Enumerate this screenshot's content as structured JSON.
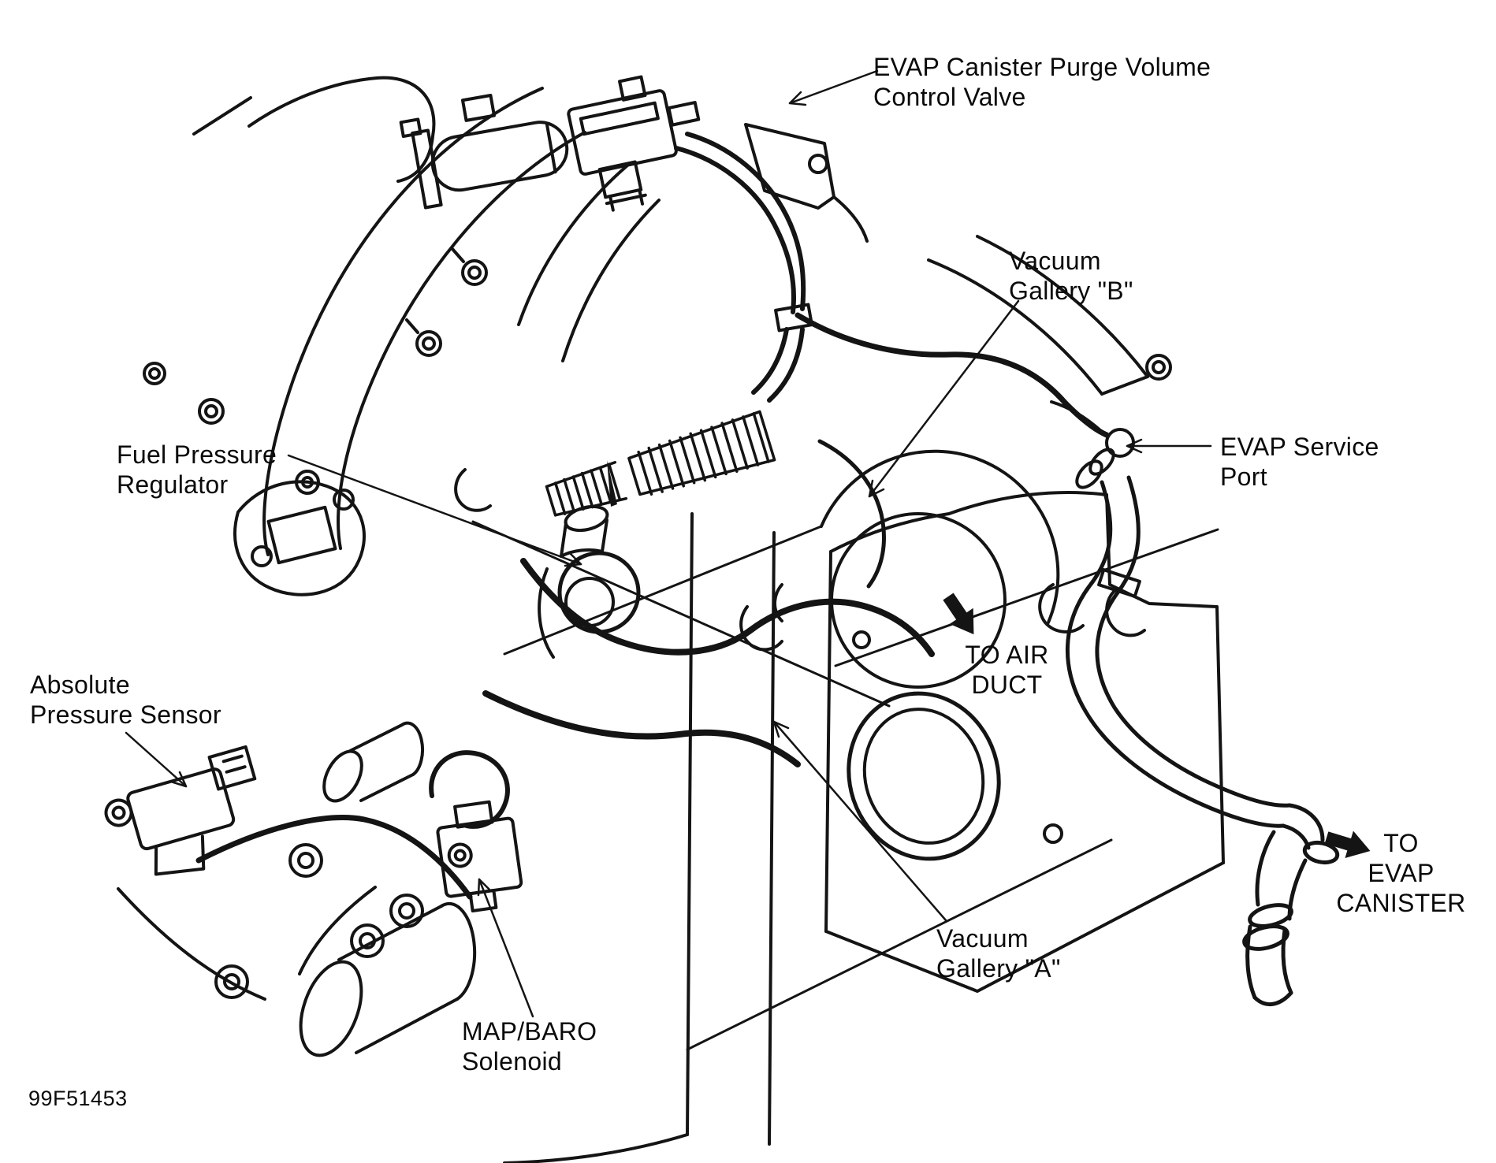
{
  "figure": {
    "code": "99F51453",
    "background_color": "#ffffff",
    "line_color": "#141414",
    "type": "engine-vacuum-hose-routing-diagram"
  },
  "labels": {
    "purge_valve": {
      "lines": [
        "EVAP Canister Purge Volume",
        "Control Valve"
      ]
    },
    "gallery_b": {
      "lines": [
        "Vacuum",
        "Gallery \"B\""
      ]
    },
    "fuel_regulator": {
      "lines": [
        "Fuel Pressure",
        "Regulator"
      ]
    },
    "service_port": {
      "lines": [
        "EVAP Service",
        "Port"
      ]
    },
    "abs_sensor": {
      "lines": [
        "Absolute",
        "Pressure Sensor"
      ]
    },
    "air_duct": {
      "lines": [
        "TO AIR",
        "DUCT"
      ]
    },
    "evap_canister": {
      "lines": [
        "TO",
        "EVAP",
        "CANISTER"
      ]
    },
    "gallery_a": {
      "lines": [
        "Vacuum",
        "Gallery \"A\""
      ]
    },
    "map_baro": {
      "lines": [
        "MAP/BARO",
        "Solenoid"
      ]
    }
  }
}
